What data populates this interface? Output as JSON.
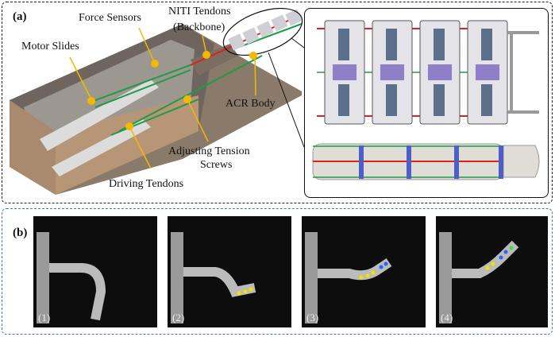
{
  "panel_a": {
    "tag": "(a)",
    "labels": {
      "force_sensors": "Force Sensors",
      "niti_line1": "NITI Tendons",
      "niti_line2": "(Backbone)",
      "motor_slides": "Motor Slides",
      "acr_body": "ACR Body",
      "adjusting_line1": "Adjusting Tension",
      "adjusting_line2": "Screws",
      "driving_tendons": "Driving Tendons"
    }
  },
  "panel_b": {
    "tag": "(b)",
    "photos": [
      {
        "caption": "(1)"
      },
      {
        "caption": "(2)"
      },
      {
        "caption": "(3)"
      },
      {
        "caption": "(4)"
      }
    ]
  },
  "colors": {
    "leader": "#f5b800",
    "tendon_green": "#1f9a48",
    "backbone_red": "#e02020",
    "panel_b_border": "#4a74b8"
  }
}
